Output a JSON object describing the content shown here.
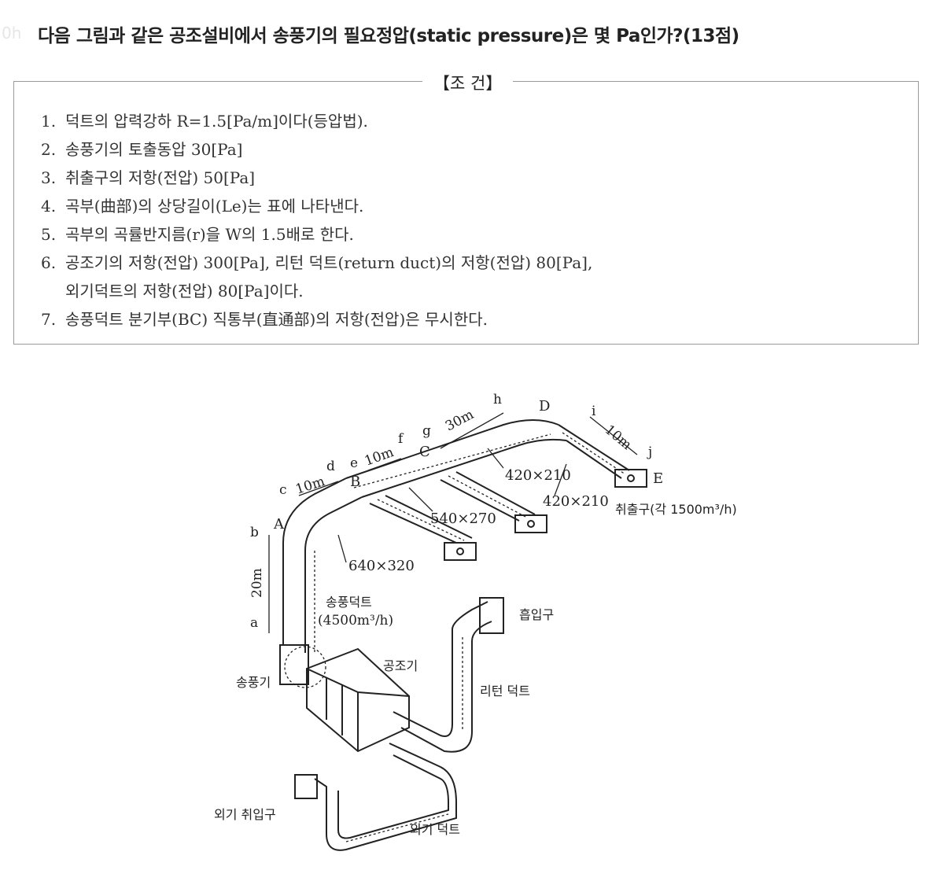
{
  "watermark": "0h",
  "question": "다음 그림과 같은 공조설비에서 송풍기의 필요정압(static pressure)은 몇 Pa인가?(13점)",
  "conditions": {
    "title": "【조 건】",
    "items": [
      {
        "num": "1.",
        "text": "덕트의 압력강하 R=1.5[Pa/m]이다(등압법)."
      },
      {
        "num": "2.",
        "text": "송풍기의 토출동압 30[Pa]"
      },
      {
        "num": "3.",
        "text": "취출구의 저항(전압) 50[Pa]"
      },
      {
        "num": "4.",
        "text": "곡부(曲部)의 상당길이(Le)는 표에 나타낸다."
      },
      {
        "num": "5.",
        "text": "곡부의 곡률반지름(r)을 W의 1.5배로 한다."
      },
      {
        "num": "6.",
        "text": "공조기의 저항(전압) 300[Pa], 리턴 덕트(return duct)의 저항(전압) 80[Pa],"
      },
      {
        "num": "",
        "text": "외기덕트의 저항(전압) 80[Pa]이다."
      },
      {
        "num": "7.",
        "text": "송풍덕트 분기부(BC) 직통부(直通部)의 저항(전압)은 무시한다."
      }
    ]
  },
  "figure": {
    "points": {
      "a": "a",
      "b": "b",
      "c": "c",
      "d": "d",
      "e": "e",
      "f": "f",
      "g": "g",
      "h": "h",
      "i": "i",
      "j": "j"
    },
    "nodes": {
      "A": "A",
      "B": "B",
      "C": "C",
      "D": "D",
      "E": "E"
    },
    "dims": {
      "ab": "20m",
      "cd": "10m",
      "ef": "10m",
      "gh": "30m",
      "ij": "10m"
    },
    "sizes": {
      "main": "640×320",
      "bc": "540×270",
      "cd_seg": "420×210",
      "branch": "420×210"
    },
    "labels": {
      "supply_duct": "송풍덕트",
      "supply_flow": "(4500m³/h)",
      "outlet": "취출구(각 1500m³/h)",
      "fan": "송풍기",
      "ahu": "공조기",
      "intake": "흡입구",
      "return_duct": "리턴 덕트",
      "oa_intake": "외기 취입구",
      "oa_duct": "외기 덕트"
    }
  }
}
